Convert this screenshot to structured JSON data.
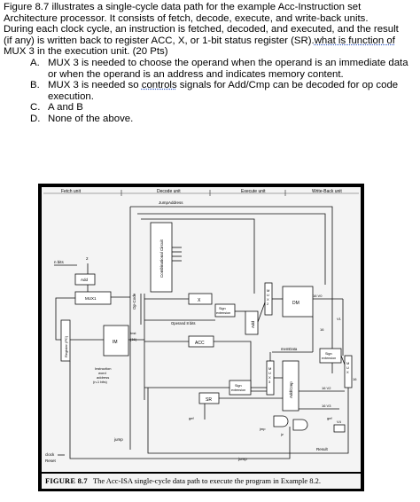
{
  "question": {
    "line1": "Figure 8.7 illustrates a single-cycle data path for the example Acc-Instruction set",
    "line2": "Architecture processor. It consists of fetch, decode, execute, and write-back units.",
    "line3": "During each clock cycle, an instruction is fetched, decoded, and executed, and the result",
    "line4a": "(if any) is written back to register ACC, X, or 1-bit status register (SR).",
    "line4b": "what is function of",
    "line5": "MUX 3 in the execution unit. (20 Pts)",
    "options": [
      {
        "letter": "A.",
        "text": "MUX 3 is needed to choose the operand when the operand is an immediate data or when the operand is an address and indicates memory content."
      },
      {
        "letter": "B.",
        "text_before": "MUX 3 is needed so ",
        "text_mark": "controls",
        "text_after": " signals for Add/Cmp can be decoded for op code execution."
      },
      {
        "letter": "C.",
        "text": "A and B"
      },
      {
        "letter": "D.",
        "text": "None of the above."
      }
    ]
  },
  "figure": {
    "units": {
      "fetch": "Fetch unit",
      "decode": "Decode unit",
      "execute": "Execute unit",
      "writeback": "Write-Back unit"
    },
    "labels": {
      "jump_address": "JumpAddress",
      "n_bits": "n bits",
      "two": "2",
      "add": "Add",
      "mux1": "MUX1",
      "op_code": "Op-Code",
      "combinational_circuit": "Combinational Circuit",
      "register_pc": "Register (PC)",
      "im": "IM",
      "inst": "Inst",
      "n_bits_inst": "(16)",
      "instruction_word_address": "Instruction word address (n-1 bits)",
      "x": "X",
      "sign_extension_top": "Sign extension",
      "operand_8bits": "Operand 8 bits",
      "acc": "ACC",
      "sign_extension_mid": "Sign extension",
      "sr": "SR",
      "add_exec": "Add",
      "mux2": "MUX 2",
      "dm": "DM",
      "mem_data": "memData",
      "mux3": "MUX 3",
      "add_cmp": "Add/Cmp",
      "sign_extension_wb": "Sign extension",
      "mux_wb": "MUX",
      "jump_left": "jump",
      "jump_bottom": "jump",
      "result": "Result",
      "clock": "clock",
      "reset": "Reset",
      "v0": "16  V0",
      "v1": "V1",
      "v2": "16  V2",
      "v3": "16  V3",
      "v4": "V4",
      "sixteen": "16",
      "jmp": "jmp",
      "jz": "jz",
      "gef": "gef"
    },
    "caption_label": "FIGURE 8.7",
    "caption_text": "The Acc-ISA single-cycle data path to execute the program in Example 8.2."
  }
}
